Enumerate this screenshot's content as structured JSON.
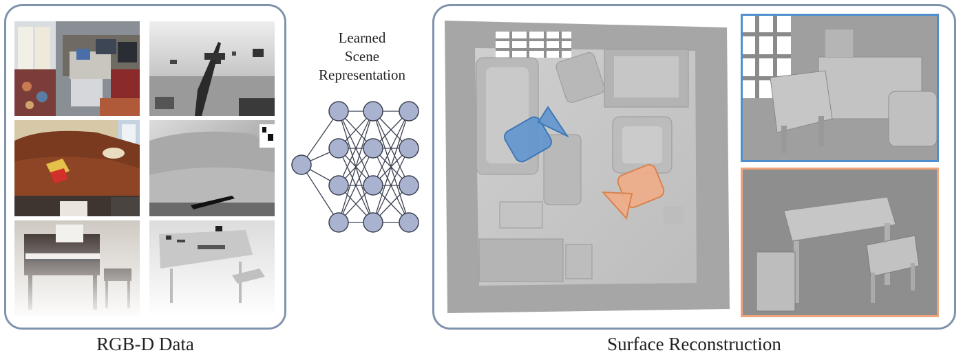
{
  "figure": {
    "left_caption": "RGB-D Data",
    "right_caption": "Surface Reconstruction",
    "network_title_lines": [
      "Learned",
      "Scene",
      "Representation"
    ]
  },
  "network": {
    "layer_sizes": [
      1,
      4,
      4,
      4
    ],
    "node_color": "#a9b3d0",
    "node_stroke": "#3b4050"
  },
  "colors": {
    "panel_border": "#7f93ad",
    "camera_blue": "#4f8fd0",
    "camera_orange": "#eea57c",
    "mesh_gray": "#c3c3c3"
  },
  "rgbd_rows": [
    {
      "rgb": "rgb-office-desk-image",
      "depth": "depth-office-desk-image"
    },
    {
      "rgb": "rgb-leather-sofa-image",
      "depth": "depth-leather-sofa-image"
    },
    {
      "rgb": "rgb-piano-image",
      "depth": "depth-piano-image"
    }
  ],
  "cameras": [
    {
      "name": "blue-camera-icon",
      "color": "#4f8fd0"
    },
    {
      "name": "orange-camera-icon",
      "color": "#eea57c"
    }
  ]
}
